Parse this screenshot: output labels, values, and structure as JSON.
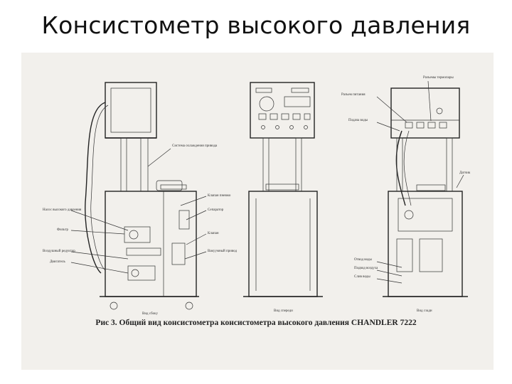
{
  "slide": {
    "title": "Консистометр высокого давления"
  },
  "figure": {
    "caption": "Рис 3. Общий вид консистометра консистометра высокого давления CHANDLER 7222",
    "views": {
      "left": "Вид сбоку",
      "middle": "Вид спереди",
      "right": "Вид сзади"
    },
    "left_labels": [
      "Система охлаждения привода",
      "Насос высокого давления",
      "Фильтр",
      "Воздушный редуктор",
      "Двигатель",
      "Клапан пневмо",
      "Сепаратор",
      "Клапан",
      "Вакуумный привод"
    ],
    "right_labels": [
      "Разъемы термопары",
      "Разъем питания",
      "Подача воды",
      "Отвод воды",
      "Подвод воздуха",
      "Слив воды",
      "Датчик"
    ]
  }
}
